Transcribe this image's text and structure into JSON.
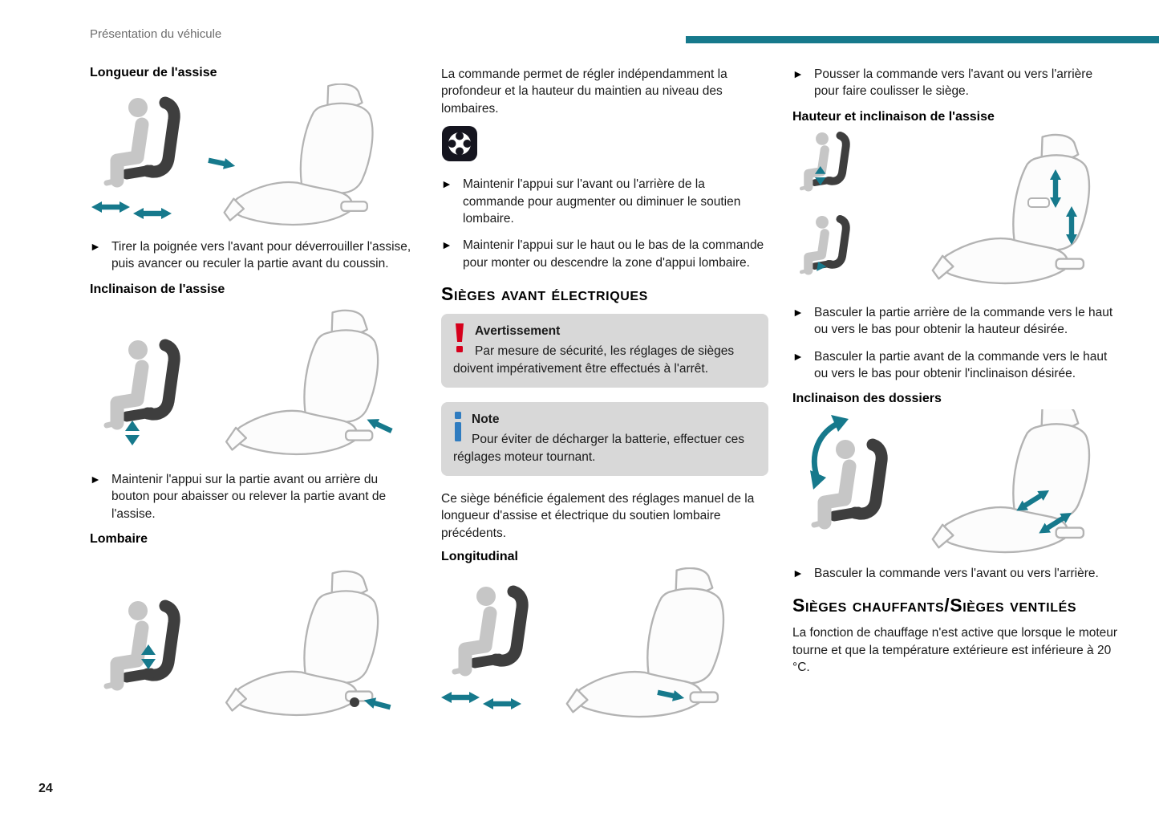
{
  "accent": "#16798c",
  "header": {
    "breadcrumb": "Présentation du véhicule"
  },
  "glyphs": {
    "bullet": "►"
  },
  "column1": {
    "heading_seat_length": "Longueur de l'assise",
    "bullet_seat_length": "Tirer la poignée vers l'avant pour déverrouiller l'assise, puis avancer ou reculer la partie avant du coussin.",
    "heading_seat_tilt": "Inclinaison de l'assise",
    "bullet_seat_tilt": "Maintenir l'appui sur la partie avant ou arrière du bouton pour abaisser ou relever la partie avant de l'assise.",
    "heading_lumbar": "Lombaire"
  },
  "column2": {
    "lumbar_intro": "La commande permet de régler indépendamment la profondeur et la hauteur du maintien au niveau des lombaires.",
    "bullet_lumbar_depth": "Maintenir l'appui sur l'avant ou l'arrière de la commande pour augmenter ou diminuer le soutien lombaire.",
    "bullet_lumbar_height": "Maintenir l'appui sur le haut ou le bas de la commande pour monter ou descendre la zone d'appui lombaire.",
    "section_title": "Sièges avant électriques",
    "warning": {
      "title": "Avertissement",
      "text": "Par mesure de sécurité, les réglages de sièges doivent impérativement être effectués à l'arrêt."
    },
    "note": {
      "title": "Note",
      "text": "Pour éviter de décharger la batterie, effectuer ces réglages moteur tournant."
    },
    "electric_intro": "Ce siège bénéficie également des réglages manuel de la longueur d'assise et électrique du soutien lombaire précédents.",
    "heading_longitudinal": "Longitudinal"
  },
  "column3": {
    "bullet_slide": "Pousser la commande vers l'avant ou vers l'arrière pour faire coulisser le siège.",
    "heading_height_tilt": "Hauteur et inclinaison de l'assise",
    "bullet_height": "Basculer la partie arrière de la commande vers le haut ou vers le bas pour obtenir la hauteur désirée.",
    "bullet_tilt": "Basculer la partie avant de la commande vers le haut ou vers le bas pour obtenir l'inclinaison désirée.",
    "heading_backrest": "Inclinaison des dossiers",
    "bullet_backrest": "Basculer la commande vers l'avant ou vers l'arrière.",
    "section_title": "Sièges chauffants/Sièges ventilés",
    "heating_intro": "La fonction de chauffage n'est active que lorsque le moteur tourne et que la température extérieure est inférieure à 20 °C."
  },
  "footer": {
    "page_number": "24"
  }
}
